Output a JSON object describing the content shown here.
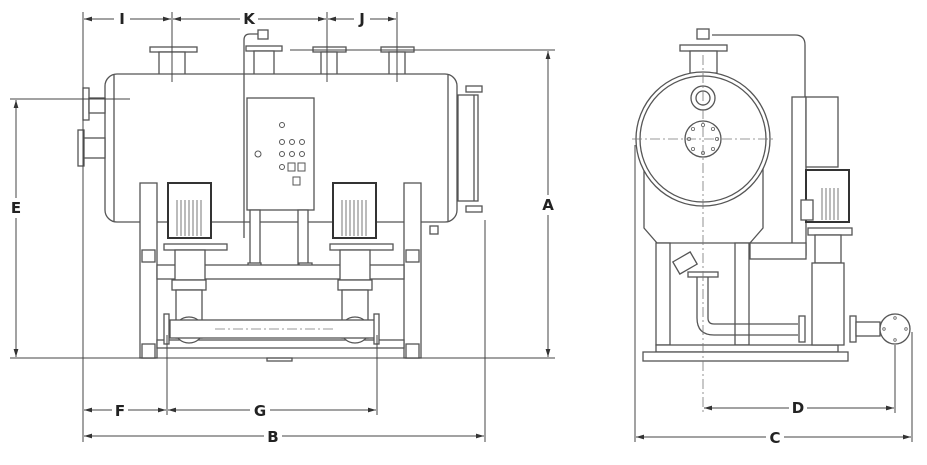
{
  "title": "Pressurized booster pump unit dimension drawing",
  "views": [
    "front-view",
    "side-view"
  ],
  "dimension_labels": {
    "I": "I",
    "K": "K",
    "J": "J",
    "E": "E",
    "A": "A",
    "F": "F",
    "G": "G",
    "B": "B",
    "D": "D",
    "C": "C"
  },
  "colors": {
    "line": "#555555",
    "background": "#ffffff"
  }
}
